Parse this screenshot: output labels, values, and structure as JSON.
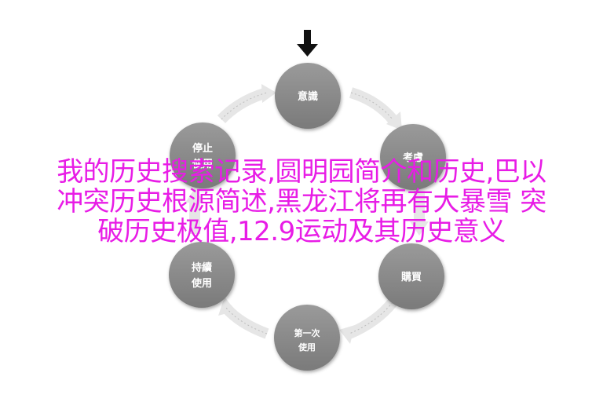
{
  "nodes": {
    "top": "意識",
    "upper_right": "考慮",
    "lower_right": "購買",
    "bottom_line1": "第一次",
    "bottom_line2": "使用",
    "lower_left_line1": "持續",
    "lower_left_line2": "使用",
    "upper_left_line1": "停止",
    "upper_left_line2": "使用"
  },
  "overlay": {
    "line1": "我的历史搜索记录,圆明园简介和历史,巴以",
    "line2": "冲突历史根源简述,黑龙江将再有大暴雪 突",
    "line3": "破历史极值,12.9运动及其历史意义"
  },
  "colors": {
    "circle_fill": "#8a8a8a",
    "arrow_fill": "#e6e6e6",
    "overlay_text": "#e81ce6",
    "entry_arrow": "#111111"
  }
}
